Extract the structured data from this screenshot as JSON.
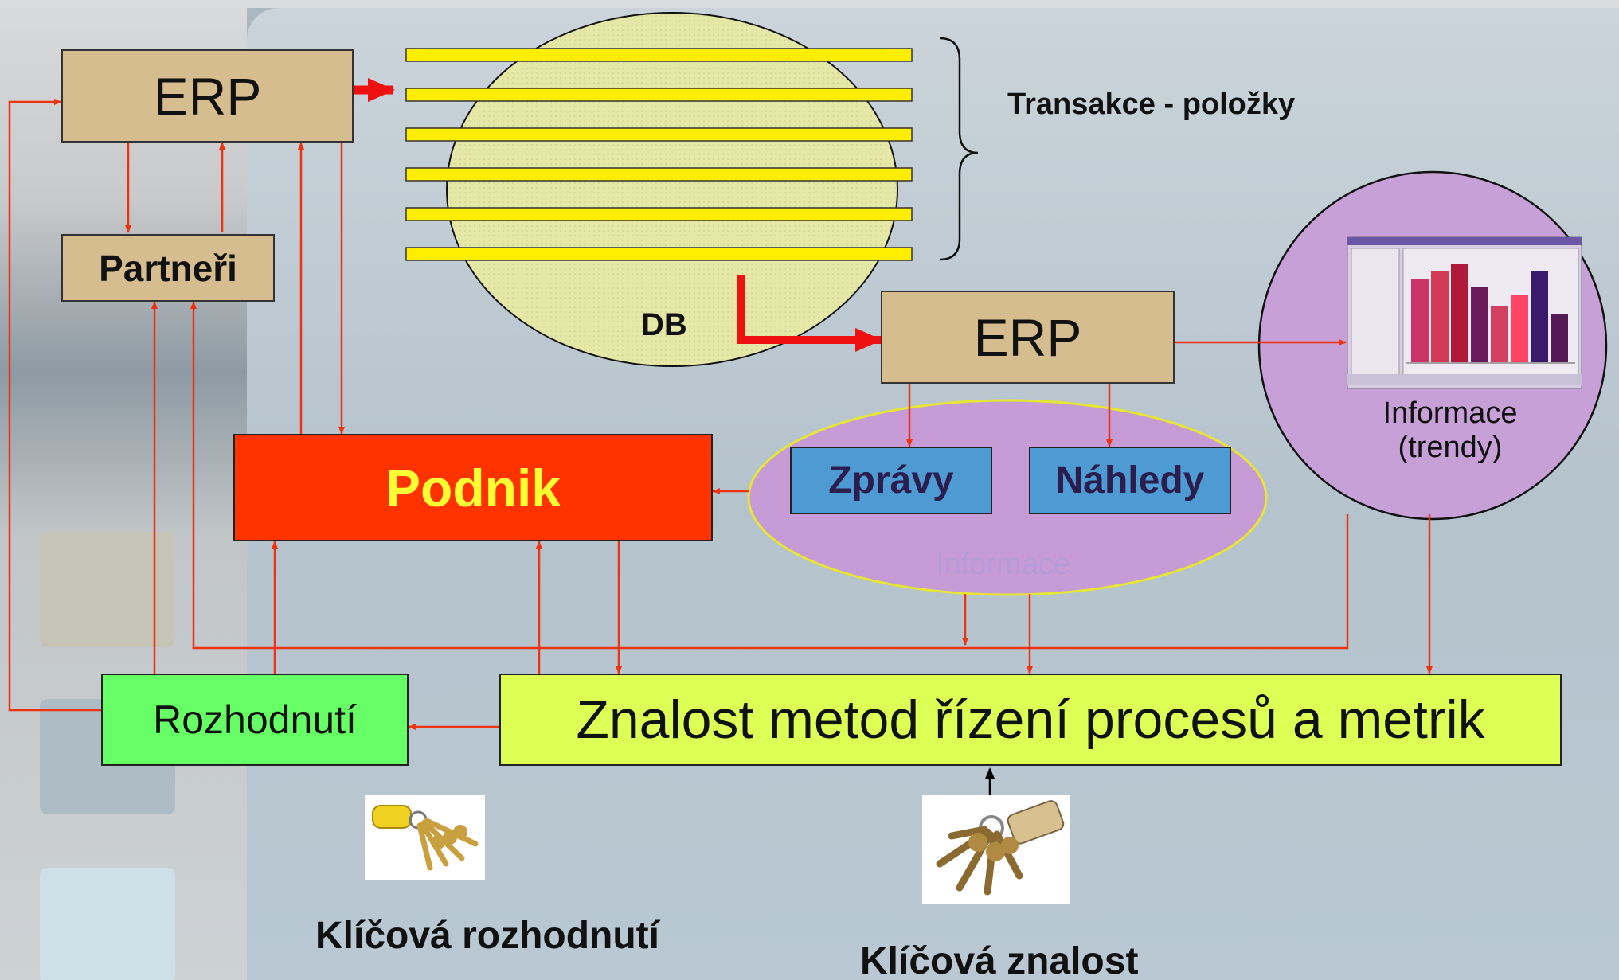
{
  "diagram": {
    "erp_top": "ERP",
    "erp_mid": "ERP",
    "partneri": "Partneři",
    "podnik": "Podnik",
    "zpravy": "Zprávy",
    "nahledy": "Náhledy",
    "informace_oval": "Informace",
    "informace_circle_line1": "Informace",
    "informace_circle_line2": "(trendy)",
    "db": "DB",
    "transakce": "Transakce - položky",
    "rozhodnuti": "Rozhodnutí",
    "znalost": "Znalost metod řízení procesů a metrik",
    "klicova_rozhodnuti": "Klíčová rozhodnutí",
    "klicova_znalost": "Klíčová znalost"
  },
  "colors": {
    "erp": "#d5bd8f",
    "podnik": "#ff3300",
    "podnik_text": "#ffff33",
    "report": "#4e9bd3",
    "rozhodnuti": "#66ff66",
    "znalost": "#ddff55",
    "arrow": "#ee3311",
    "stripe": "#ffee00",
    "oval_fill": "#c79bd6",
    "circle_fill": "#c8a0d8"
  },
  "icons": [
    "keys-icon",
    "keychain-icon",
    "bar-chart-thumbnail-icon"
  ]
}
